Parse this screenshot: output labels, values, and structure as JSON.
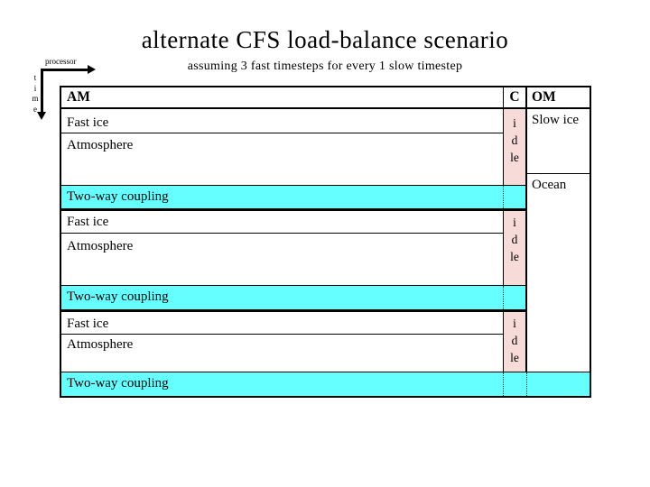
{
  "slide": {
    "title": "alternate CFS load-balance scenario",
    "subtitle": "assuming 3 fast timesteps for every 1 slow timestep"
  },
  "axes": {
    "processor_label": "processor",
    "time_label": "t\ni\nm\ne"
  },
  "colors": {
    "coupling_fill": "#66ffff",
    "idle_fill": "#f7dbd9",
    "line": "#000000"
  },
  "diagram": {
    "header": {
      "am": "AM",
      "c": "C",
      "om": "OM"
    },
    "om_column": {
      "slow_ice": "Slow ice",
      "ocean": "Ocean"
    },
    "idle_text": "i\nd\nle",
    "blocks": [
      {
        "fast": "Fast ice",
        "atmosphere": "Atmosphere",
        "coupling": "Two-way coupling"
      },
      {
        "fast": "Fast ice",
        "atmosphere": "Atmosphere",
        "coupling": "Two-way coupling"
      },
      {
        "fast": "Fast ice",
        "atmosphere": "Atmosphere",
        "coupling": "Two-way coupling"
      }
    ]
  }
}
